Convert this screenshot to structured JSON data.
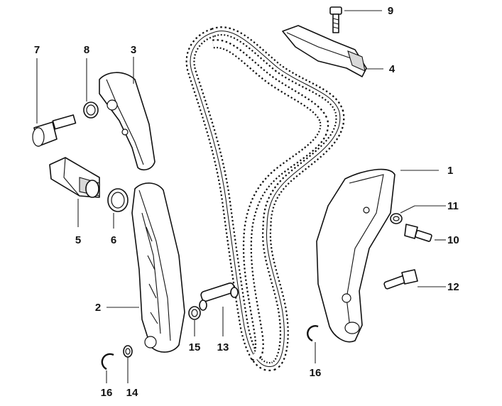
{
  "diagram": {
    "callouts": [
      {
        "id": "1",
        "label": "1"
      },
      {
        "id": "2",
        "label": "2"
      },
      {
        "id": "3",
        "label": "3"
      },
      {
        "id": "4",
        "label": "4"
      },
      {
        "id": "5",
        "label": "5"
      },
      {
        "id": "6",
        "label": "6"
      },
      {
        "id": "7",
        "label": "7"
      },
      {
        "id": "8",
        "label": "8"
      },
      {
        "id": "9",
        "label": "9"
      },
      {
        "id": "10",
        "label": "10"
      },
      {
        "id": "11",
        "label": "11"
      },
      {
        "id": "12",
        "label": "12"
      },
      {
        "id": "13",
        "label": "13"
      },
      {
        "id": "14",
        "label": "14"
      },
      {
        "id": "15",
        "label": "15"
      },
      {
        "id": "16a",
        "label": "16"
      },
      {
        "id": "16b",
        "label": "16"
      }
    ]
  }
}
